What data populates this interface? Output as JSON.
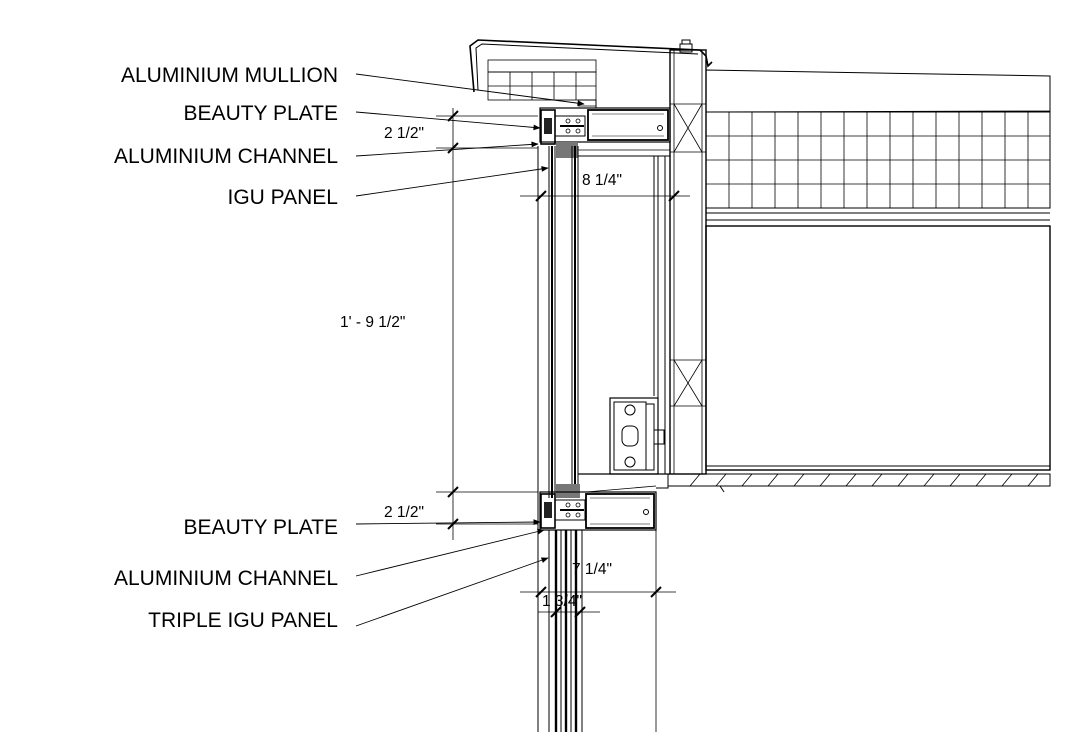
{
  "labels": {
    "aluminium_mullion": "ALUMINIUM MULLION",
    "beauty_plate_top": "BEAUTY PLATE",
    "aluminium_channel_top": "ALUMINIUM CHANNEL",
    "igu_panel": "IGU PANEL",
    "beauty_plate_bottom": "BEAUTY PLATE",
    "aluminium_channel_bottom": "ALUMINIUM CHANNEL",
    "triple_igu_panel": "TRIPLE IGU PANEL"
  },
  "dimensions": {
    "top_beauty_plate": "2 1/2\"",
    "top_depth": "8 1/4\"",
    "glass_height": "1' - 9 1/2\"",
    "bottom_beauty_plate": "2 1/2\"",
    "bottom_depth": "7 1/4\"",
    "triple_igu_thickness": "1 3/4\""
  }
}
